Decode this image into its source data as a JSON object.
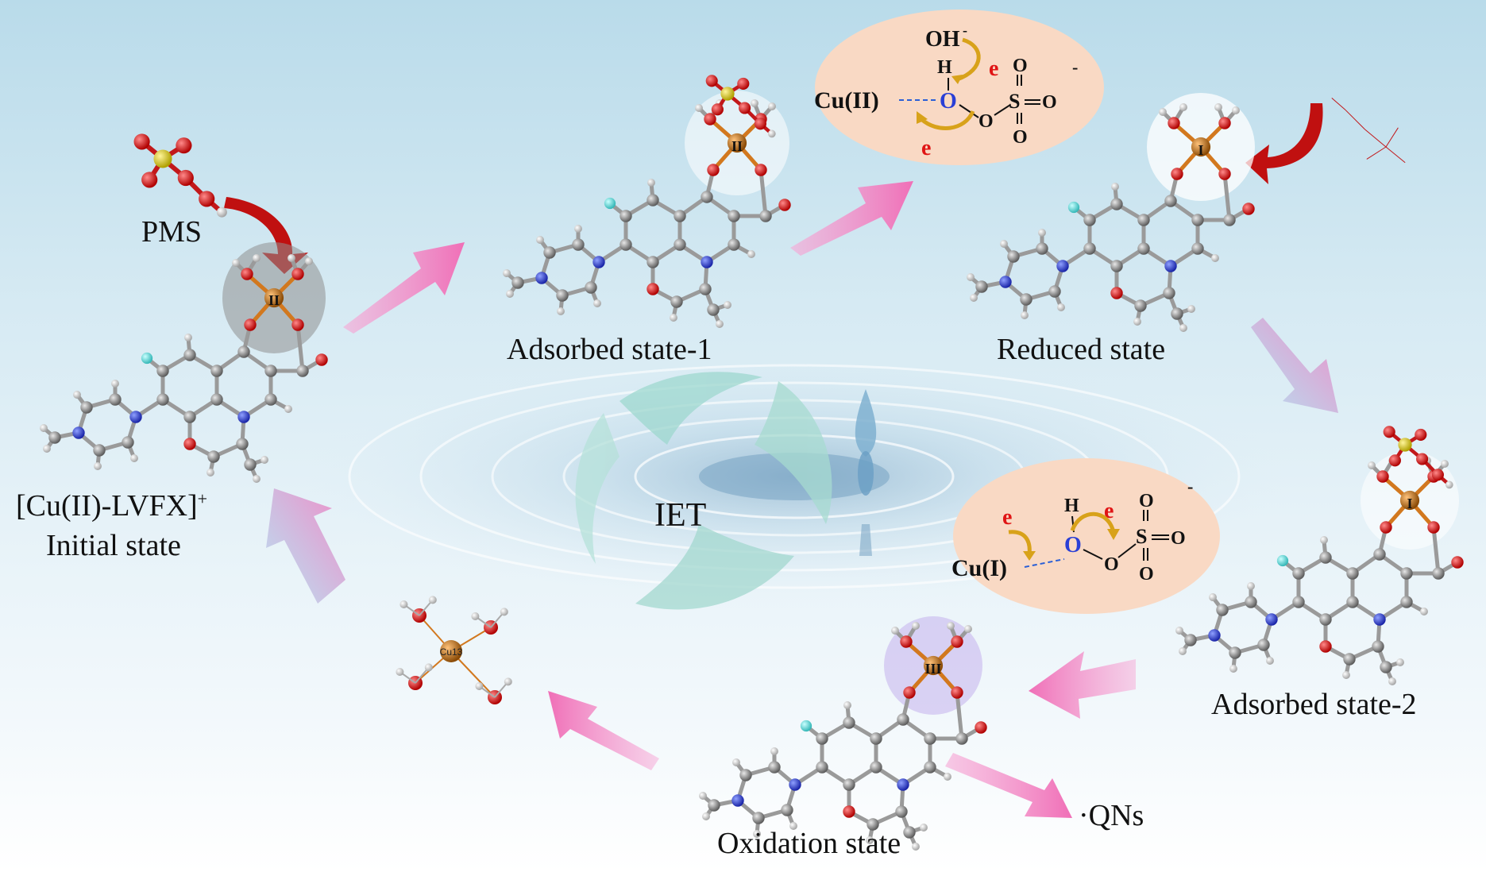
{
  "pms_label": "PMS",
  "initial_state": {
    "complex": "[Cu(II)-LVFX]",
    "charge": "+",
    "label": "Initial state"
  },
  "adsorbed_state_1": "Adsorbed state-1",
  "reduced_state": "Reduced state",
  "adsorbed_state_2": "Adsorbed state-2",
  "oxidation_state": "Oxidation state",
  "product_label": "·QNs",
  "center_label": "IET",
  "cu_ox_labels": {
    "II": "II",
    "I": "I",
    "III": "III"
  },
  "hydrated_cu_label": "Cu13",
  "bubble_top": {
    "hydroxide": "OH",
    "minus": "-",
    "electron": "e",
    "copper": "Cu(II)",
    "H": "H",
    "O": "O",
    "S": "S",
    "charge": "-"
  },
  "bubble_bottom": {
    "electron": "e",
    "copper": "Cu(I)",
    "H": "H",
    "O": "O",
    "S": "S",
    "charge": "-"
  },
  "colors": {
    "carbon": "#8a8a8a",
    "oxygen": "#e01515",
    "nitrogen": "#2a3fd6",
    "fluorine": "#5fd6d6",
    "sulfur": "#d8c71e",
    "copper": "#c7771a",
    "hydrogen": "#f2f2f2",
    "arrow_pink": "#f28ac6",
    "arrow_red": "#c01010",
    "bubble_fill": "#f9d9c4"
  }
}
